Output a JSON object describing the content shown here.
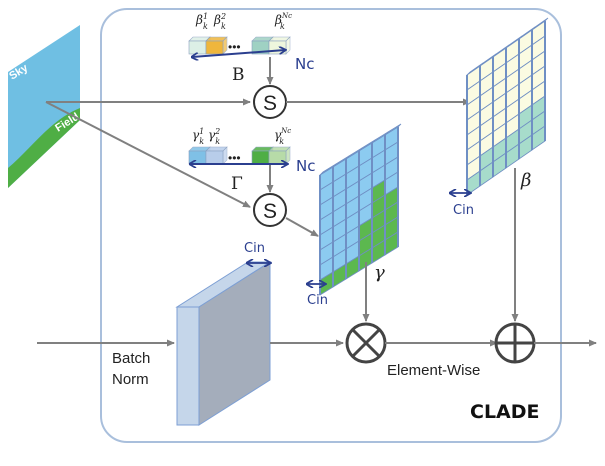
{
  "diagram": {
    "title": "CLADE",
    "colors": {
      "frame": "#a9bfdc",
      "arrow": "#808080",
      "node_stroke": "#333333",
      "sky": "#6fbfe3",
      "field": "#4fae45",
      "gamma_sky_cell": "#8ccbf0",
      "gamma_field_cell": "#5cb84f",
      "beta_top_cell": "#fbfbe2",
      "beta_bottom_cell": "#a7dccb",
      "grid_line": "#6f8fc4",
      "batchnorm_front": "#c5d6ea",
      "batchnorm_side": "#a4adbb",
      "batchnorm_edge": "#7d9fd4",
      "handwriting": "#2b3f8f",
      "swatch_beta_1": "#dcefe6",
      "swatch_beta_2": "#efb63c",
      "swatch_beta_n1": "#9fd1c3",
      "swatch_beta_n": "#eef6dd",
      "swatch_gamma_1": "#7fc0e6",
      "swatch_gamma_2": "#b8cdea",
      "swatch_gamma_n1": "#4fae45",
      "swatch_gamma_n": "#b7dba8"
    },
    "input_map": {
      "label_top": "Sky",
      "label_bottom": "Field"
    },
    "beta_vector": {
      "symbol": "B",
      "labels": [
        "β",
        "β",
        "β"
      ],
      "superscripts": [
        "1",
        "2",
        "Nc"
      ],
      "subscript": "k",
      "dots": "•••",
      "length_label": "Nc"
    },
    "gamma_vector": {
      "symbol": "Γ",
      "labels": [
        "γ",
        "γ",
        "γ"
      ],
      "superscripts": [
        "1",
        "2",
        "Nc"
      ],
      "subscript": "k",
      "dots": "•••",
      "length_label": "Nc"
    },
    "select_nodes": [
      "S",
      "S"
    ],
    "gamma_map": {
      "symbol": "γ",
      "channel_label": "Cin",
      "columns": 6,
      "rows": 8,
      "field_rows_from_bottom": [
        1,
        1,
        1,
        3,
        5,
        4
      ]
    },
    "beta_map": {
      "symbol": "β",
      "channel_label": "Cin",
      "columns": 6,
      "rows": 8,
      "field_rows_from_bottom": [
        1,
        2,
        2,
        2,
        3,
        3
      ]
    },
    "batchnorm": {
      "label_line1": "Batch",
      "label_line2": "Norm",
      "channel_label": "Cin"
    },
    "ops": {
      "multiply": "⊗",
      "add": "⊕",
      "caption": "Element-Wise"
    }
  }
}
